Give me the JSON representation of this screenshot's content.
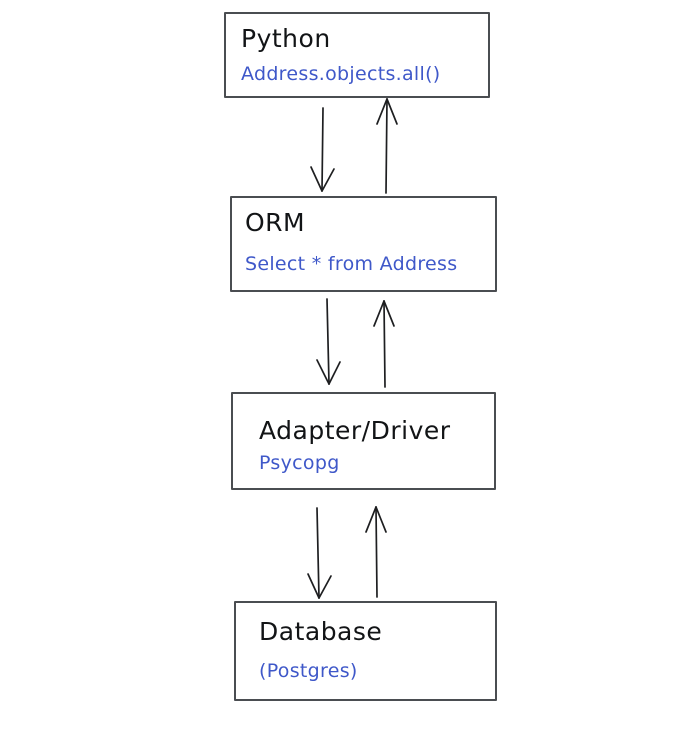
{
  "diagram": {
    "description": "Hand-drawn stack diagram of how a Python ORM call travels to the database and back",
    "nodes": [
      {
        "id": "python",
        "title": "Python",
        "subtitle": "Address.objects.all()"
      },
      {
        "id": "orm",
        "title": "ORM",
        "subtitle": "Select * from Address"
      },
      {
        "id": "adapter",
        "title": "Adapter/Driver",
        "subtitle": "Psycopg"
      },
      {
        "id": "database",
        "title": "Database",
        "subtitle": "(Postgres)"
      }
    ],
    "edges": [
      {
        "from": "python",
        "to": "orm",
        "direction": "down"
      },
      {
        "from": "orm",
        "to": "python",
        "direction": "up"
      },
      {
        "from": "orm",
        "to": "adapter",
        "direction": "down"
      },
      {
        "from": "adapter",
        "to": "orm",
        "direction": "up"
      },
      {
        "from": "adapter",
        "to": "database",
        "direction": "down"
      },
      {
        "from": "database",
        "to": "adapter",
        "direction": "up"
      }
    ],
    "colors": {
      "background": "#ffffff",
      "box_border": "#4a4d51",
      "title_text": "#121416",
      "subtitle_text": "#3f58c9",
      "arrow": "#1e1f21"
    }
  }
}
